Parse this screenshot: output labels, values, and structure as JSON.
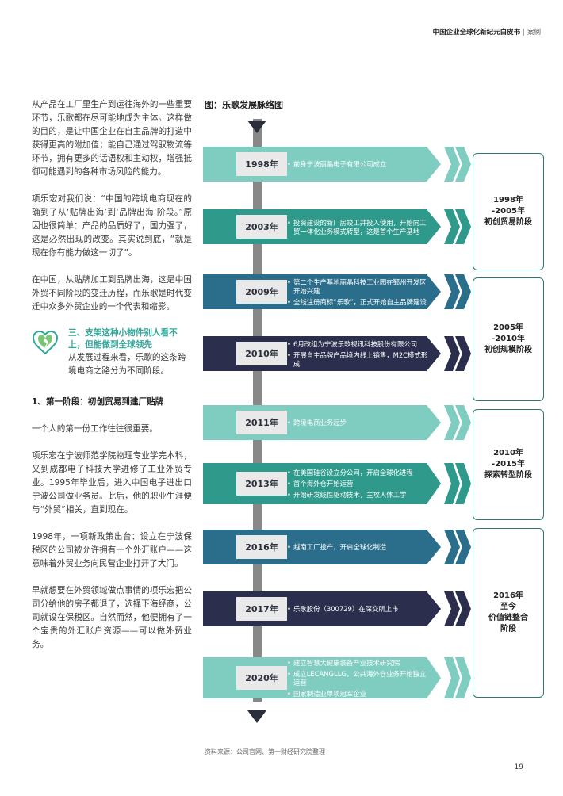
{
  "header": {
    "title": "中国企业全球化新纪元白皮书",
    "sep": "|",
    "tag": "案例"
  },
  "left": {
    "p1": "从产品在工厂里生产到运往海外的一些重要环节，乐歌都在尽可能地成为主体。这样做的目的，是让中国企业在自主品牌的打造中获得更高的附加值；能自己通过驾驭物流等环节，拥有更多的话语权和主动权，增强抵御可能遇到的各种市场风险的能力。",
    "p2": "项乐宏对我们说：“中国的跨境电商现在的确到了从‘贴牌出海’到‘品牌出海’阶段。”原因也很简单：产品的品质好了，国力强了，这是必然出现的改变。其实说到底，“就是现在你有能力做这一切了”。",
    "p3": "在中国，从贴牌加工到品牌出海，这是中国外贸不同阶段的变迁历程，而乐歌是时代变迁中众多外贸企业的一个代表和缩影。",
    "section_title": "三、支架这种小物件别人看不上，但能做到全球领先",
    "section_cont": "从发展过程来看，乐歌的这条跨境电商之路分为不同阶段。",
    "subhead": "1、第一阶段：初创贸易到建厂贴牌",
    "p4": "一个人的第一份工作往往很重要。",
    "p5": "项乐宏在宁波师范学院物理专业学完本科，又到成都电子科技大学进修了工业外贸专业。1995年毕业后，进入中国电子进出口宁波公司做业务员。此后，他的职业生涯便与“外贸”相关，直到现在。",
    "p6": "1998年，一项新政策出台：设立在宁波保税区的公司被允许拥有一个外汇账户——这意味着外贸业务向民营企业打开了大门。",
    "p7": "早就想要在外贸领域做点事情的项乐宏把公司分给他的房子都退了，选择下海经商，公司就设在保税区。自然而然，他便拥有了一个宝贵的外汇账户资源——可以做外贸业务。"
  },
  "figure": {
    "title": "图：乐歌发展脉络图",
    "events": [
      {
        "year": "1998年",
        "items": [
          "前身宁波丽晶电子有限公司成立"
        ]
      },
      {
        "year": "2003年",
        "items": [
          "投资建设的新厂房竣工并投入使用，开始向工贸一体化业务模式转型，这是首个生产基地"
        ]
      },
      {
        "year": "2009年",
        "items": [
          "第二个生产基地丽晶科技工业园在鄞州开发区开始兴建",
          "全线注册商标“乐歌”，正式开始自主品牌建设"
        ]
      },
      {
        "year": "2010年",
        "items": [
          "6月改组为宁波乐歌视讯科技股份有限公司",
          "开展自主品牌产品境内线上销售，M2C模式形成"
        ]
      },
      {
        "year": "2011年",
        "items": [
          "跨境电商业务起步"
        ]
      },
      {
        "year": "2013年",
        "items": [
          "在美国硅谷设立分公司，开启全球化进程",
          "首个海外仓开始运营",
          "开始研发线性驱动技术，主攻人体工学"
        ]
      },
      {
        "year": "2016年",
        "items": [
          "越南工厂投产，开启全球化制造"
        ]
      },
      {
        "year": "2017年",
        "items": [
          "乐歌股份（300729）在深交所上市"
        ]
      },
      {
        "year": "2020年",
        "items": [
          "建立智慧大健康装备产业技术研究院",
          "成立LECANGLLG，公共海外仓业务开始独立运营",
          "国家制造业单项冠军企业"
        ]
      }
    ],
    "phases": [
      {
        "lines": [
          "1998年",
          "-2005年",
          "初创贸易阶段"
        ]
      },
      {
        "lines": [
          "2005年",
          "-2010年",
          "初创规模阶段"
        ]
      },
      {
        "lines": [
          "2010年",
          "-2015年",
          "探索转型阶段"
        ]
      },
      {
        "lines": [
          "2016年",
          "至今",
          "价值链整合",
          "阶段"
        ]
      }
    ],
    "source": "资料来源：公司官网、第一财经研究院整理"
  },
  "page_number": "19",
  "colors": {
    "teal_light": "#7fccc0",
    "teal": "#2f9a8c",
    "blue": "#2a6e8c",
    "navy": "#2b2f4d"
  }
}
